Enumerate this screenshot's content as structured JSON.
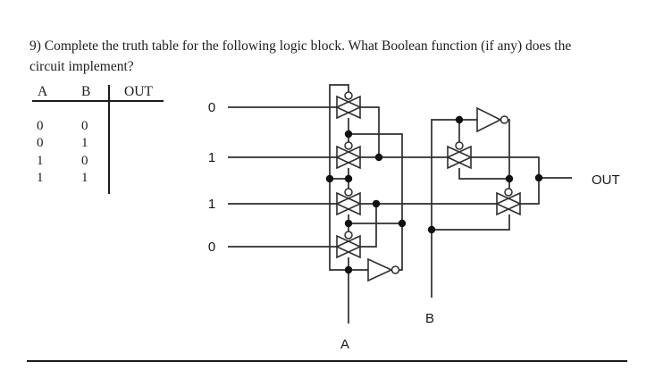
{
  "colors": {
    "ink": "#1c1c1c",
    "wire": "#2e2e2e",
    "background": "#ffffff"
  },
  "question": {
    "line1": "9) Complete the truth table for the following logic block. What Boolean function (if any) does the",
    "line2": "circuit implement?"
  },
  "truth_table": {
    "col_a": "A",
    "col_b": "B",
    "col_out": "OUT",
    "rows": [
      {
        "a": "0",
        "b": "0",
        "out": ""
      },
      {
        "a": "0",
        "b": "1",
        "out": ""
      },
      {
        "a": "1",
        "b": "0",
        "out": ""
      },
      {
        "a": "1",
        "b": "1",
        "out": ""
      }
    ]
  },
  "circuit": {
    "input_labels": [
      "0",
      "1",
      "1",
      "0"
    ],
    "label_a": "A",
    "label_b": "B",
    "label_out": "OUT",
    "components": {
      "transmission_gates": 6,
      "inverters": 2
    }
  }
}
